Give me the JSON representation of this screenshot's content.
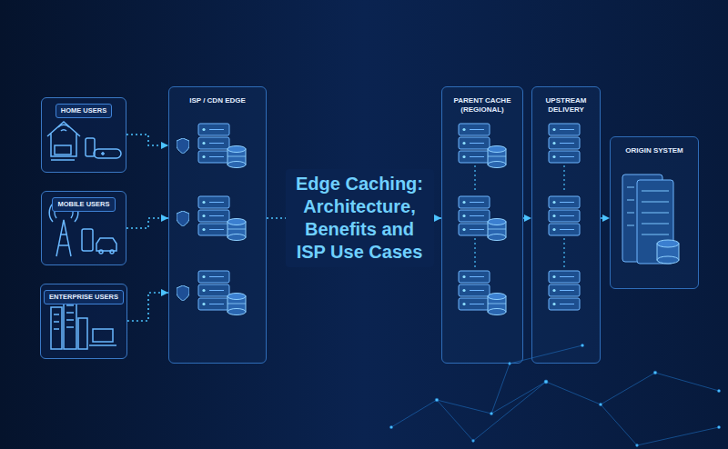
{
  "diagram": {
    "title": "Edge Caching: Architecture, Benefits and ISP Use Cases",
    "nodes": [
      {
        "text": [
          "HOME USERS"
        ]
      },
      {
        "text": [
          "MOBILE USERS"
        ]
      },
      {
        "text": [
          "ENTERPRISE USERS"
        ]
      },
      {
        "text": [
          "ISP / CDN EDGE"
        ]
      },
      {
        "text": [
          "PARENT CACHE (REGIONAL)"
        ]
      },
      {
        "text": [
          "UPSTREAM DELIVERY"
        ]
      },
      {
        "text": [
          "ORIGIN SYSTEM"
        ]
      }
    ],
    "edges": [
      {
        "from": 0,
        "to": 3,
        "arrow": "to"
      },
      {
        "from": 1,
        "to": 3,
        "arrow": "to"
      },
      {
        "from": 2,
        "to": 3,
        "arrow": "to"
      },
      {
        "from": 3,
        "to": 4,
        "arrow": "to"
      },
      {
        "from": 4,
        "to": 5,
        "arrow": "to"
      },
      {
        "from": 5,
        "to": 6,
        "arrow": "to"
      }
    ]
  }
}
